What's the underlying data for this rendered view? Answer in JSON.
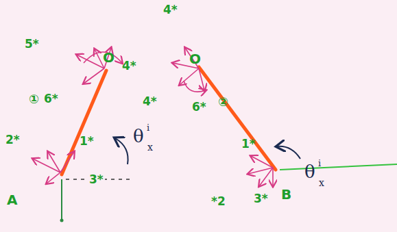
{
  "diagram": {
    "labels": [
      "5*",
      "O",
      "4*",
      "①",
      "6*",
      "2*",
      "1*",
      "3*",
      "θ",
      "i",
      "x",
      "A",
      "4*",
      "O",
      "4*",
      "6*",
      "②",
      "1*",
      "*2",
      "3*",
      "B",
      "θ",
      "i",
      "x"
    ]
  }
}
